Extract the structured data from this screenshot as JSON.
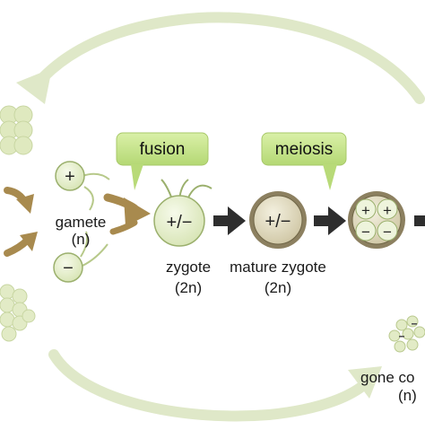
{
  "stages": {
    "gamete": {
      "label": "gamete",
      "ploidy": "(n)"
    },
    "zygote": {
      "label": "zygote",
      "ploidy": "(2n)"
    },
    "mature_zygote": {
      "label": "mature zygote",
      "ploidy": "(2n)"
    },
    "gone": {
      "label": "gone co",
      "ploidy": "(n)"
    }
  },
  "callouts": {
    "fusion": "fusion",
    "meiosis": "meiosis"
  },
  "symbols": {
    "plus": "+",
    "minus": "−",
    "plus_minus": "+/−"
  },
  "colors": {
    "cycle_arrow": "#dfe8c8",
    "cell_fill": "#e6efcd",
    "cell_stroke": "#9bb06d",
    "bubble_fill": "#c6e48a",
    "transfer_arrow": "#a88a4e",
    "process_arrow": "#2e2e2e",
    "mature_rim": "#8c8060"
  }
}
